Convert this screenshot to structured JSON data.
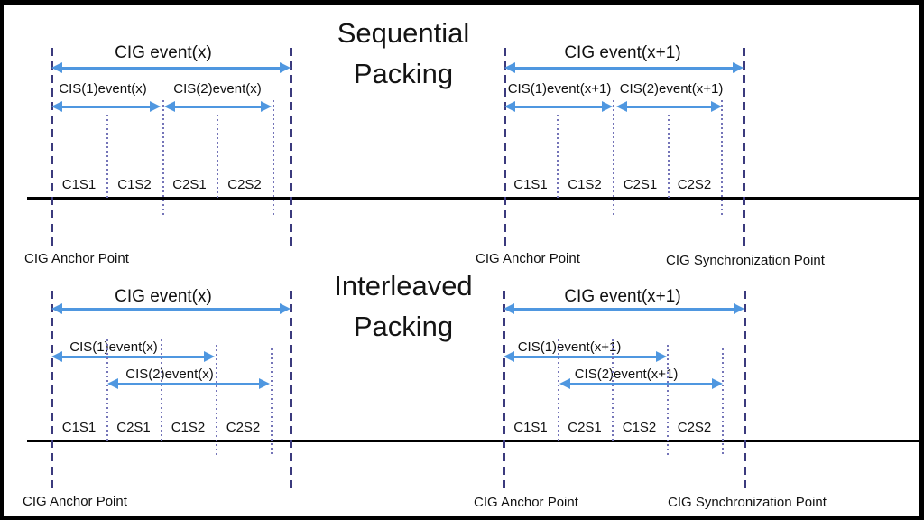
{
  "titles": {
    "sequential": {
      "line1": "Sequential",
      "line2": "Packing"
    },
    "interleaved": {
      "line1": "Interleaved",
      "line2": "Packing"
    }
  },
  "diagrams": [
    {
      "name": "sequential-event-x",
      "cig_label": "CIG event(x)",
      "cis1_label": "CIS(1)event(x)",
      "cis2_label": "CIS(2)event(x)",
      "slot_labels": [
        "C1S1",
        "C1S2",
        "C2S1",
        "C2S2"
      ],
      "anchor_label": "CIG Anchor Point"
    },
    {
      "name": "sequential-event-x-plus-1",
      "cig_label": "CIG event(x+1)",
      "cis1_label": "CIS(1)event(x+1)",
      "cis2_label": "CIS(2)event(x+1)",
      "slot_labels": [
        "C1S1",
        "C1S2",
        "C2S1",
        "C2S2"
      ],
      "anchor_label": "CIG Anchor Point",
      "sync_label": "CIG Synchronization Point"
    },
    {
      "name": "interleaved-event-x",
      "cig_label": "CIG event(x)",
      "cis1_label": "CIS(1)event(x)",
      "cis2_label": "CIS(2)event(x)",
      "slot_labels": [
        "C1S1",
        "C2S1",
        "C1S2",
        "C2S2"
      ],
      "anchor_label": "CIG Anchor Point"
    },
    {
      "name": "interleaved-event-x-plus-1",
      "cig_label": "CIG event(x+1)",
      "cis1_label": "CIS(1)event(x+1)",
      "cis2_label": "CIS(2)event(x+1)",
      "slot_labels": [
        "C1S1",
        "C2S1",
        "C1S2",
        "C2S2"
      ],
      "anchor_label": "CIG Anchor Point",
      "sync_label": "CIG Synchronization Point"
    }
  ],
  "colors": {
    "arrow_blue": "#4f97e0",
    "dashed_indigo": "#3b3a7d",
    "dotted_indigo": "#7474b8",
    "text_black": "#111111",
    "timeline_black": "#000000",
    "frame_black": "#000000",
    "background_white": "#ffffff"
  }
}
